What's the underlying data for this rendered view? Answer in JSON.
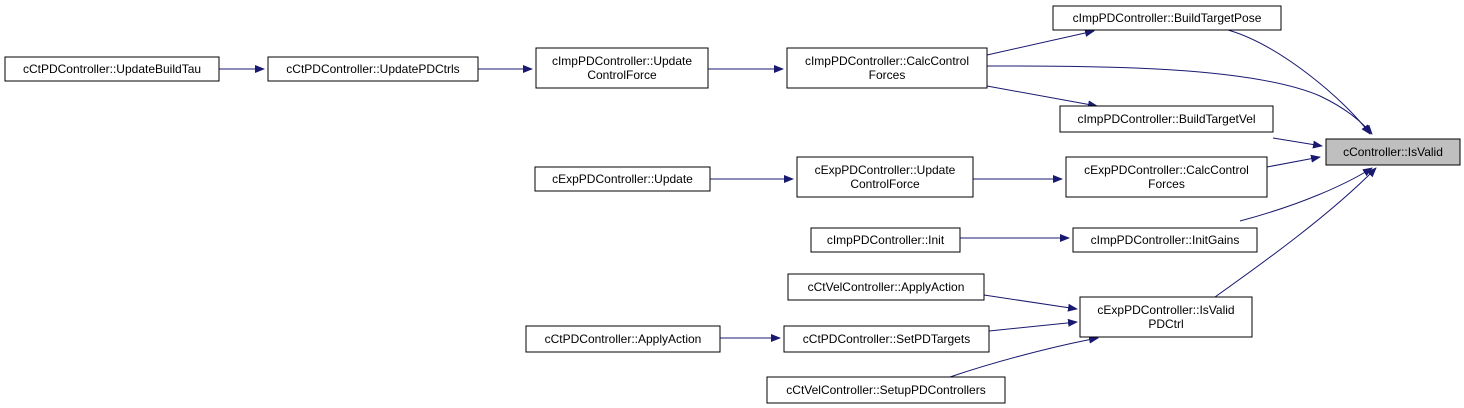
{
  "graph": {
    "edge_color": "#191970",
    "highlight_color": "#bfbfbf",
    "nodes": {
      "is_valid": [
        "cController::IsValid"
      ],
      "build_target_pose": [
        "cImpPDController::BuildTargetPose"
      ],
      "imp_calc_control_forces": [
        "cImpPDController::CalcControl",
        "Forces"
      ],
      "build_target_vel": [
        "cImpPDController::BuildTargetVel"
      ],
      "exp_calc_control_forces": [
        "cExpPDController::CalcControl",
        "Forces"
      ],
      "init_gains": [
        "cImpPDController::InitGains"
      ],
      "is_valid_pd_ctrl": [
        "cExpPDController::IsValid",
        "PDCtrl"
      ],
      "imp_update_control_force": [
        "cImpPDController::Update",
        "ControlForce"
      ],
      "update_pd_ctrls": [
        "cCtPDController::UpdatePDCtrls"
      ],
      "update_build_tau": [
        "cCtPDController::UpdateBuildTau"
      ],
      "exp_update_control_force": [
        "cExpPDController::Update",
        "ControlForce"
      ],
      "exp_update": [
        "cExpPDController::Update"
      ],
      "imp_init": [
        "cImpPDController::Init"
      ],
      "vel_apply_action": [
        "cCtVelController::ApplyAction"
      ],
      "set_pd_targets": [
        "cCtPDController::SetPDTargets"
      ],
      "pd_apply_action": [
        "cCtPDController::ApplyAction"
      ],
      "setup_pd_controllers": [
        "cCtVelController::SetupPDControllers"
      ]
    }
  }
}
